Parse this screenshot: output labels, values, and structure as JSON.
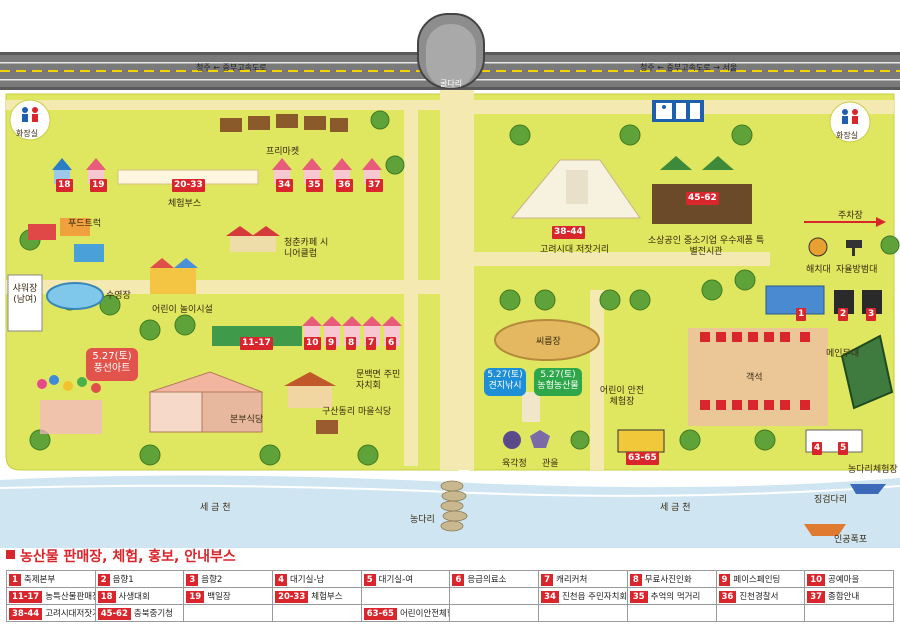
{
  "road": {
    "left_label": "청주 ← 중부고속도로",
    "right_label": "청주 ← 중부고속도로 → 서울",
    "tunnel_label": "굴다리"
  },
  "facilities": {
    "restroom_left": "화장실",
    "restroom_right": "화장실",
    "parking": "주차장",
    "shower": "샤워장 (남여)",
    "pool": "수영장",
    "food_truck": "푸드트럭",
    "flea_market": "프리마켓",
    "experience_booth": "체험부스",
    "youth_cafe": "청춘카페 시니어클럽",
    "playground": "어린이 놀이시설",
    "main_restaurant": "본부식당",
    "munbaek_council": "문백면 주민자치회",
    "village_restaurant": "구산동리 마을식당",
    "goryeo_street": "고려시대 저잣거리",
    "sme_hall": "소상공인 중소기업 우수제품 특별전시관",
    "haechi": "해치대",
    "crime_prevention": "자율방범대",
    "ssireum": "씨름장",
    "main_stage": "메인무대",
    "audience": "객석",
    "child_safety": "어린이 안전체험장",
    "pavilion": "육각정",
    "gwaneul": "관을",
    "river_name_left": "세 금 천",
    "river_name_right": "세 금 천",
    "stepping_stones": "농다리",
    "bridge_river": "징검다리",
    "farm_experience": "농다리체험장",
    "tower_cover": "인공폭포"
  },
  "tags": {
    "t18": "18",
    "t19": "19",
    "t20_33": "20-33",
    "t34": "34",
    "t35": "35",
    "t36": "36",
    "t37": "37",
    "t11_17": "11-17",
    "t10": "10",
    "t9": "9",
    "t8": "8",
    "t7": "7",
    "t6": "6",
    "t38_44": "38-44",
    "t45_62": "45-62",
    "t63_65": "63-65",
    "t1": "1",
    "t2": "2",
    "t3": "3",
    "t4": "4",
    "t5": "5"
  },
  "bubbles": {
    "balloon_date": "5.27(토)",
    "balloon_name": "풍선아트",
    "fishing_date": "5.27(토)",
    "fishing_name": "견지낚시",
    "market_date": "5.27(토)",
    "market_name": "농협농산물"
  },
  "legend": {
    "title": "농산물 판매장, 체험, 홍보, 안내부스",
    "rows": [
      [
        {
          "num": "1",
          "text": "축제본부"
        },
        {
          "num": "2",
          "text": "음향1"
        },
        {
          "num": "3",
          "text": "음향2"
        },
        {
          "num": "4",
          "text": "대기실-남"
        },
        {
          "num": "5",
          "text": "대기실-여"
        },
        {
          "num": "6",
          "text": "응급의료소"
        },
        {
          "num": "7",
          "text": "캐리커처"
        },
        {
          "num": "8",
          "text": "무료사진인화"
        },
        {
          "num": "9",
          "text": "페이스페인팅"
        },
        {
          "num": "10",
          "text": "공예마을"
        }
      ],
      [
        {
          "num": "11-17",
          "text": "농특산물판매장"
        },
        {
          "num": "18",
          "text": "사생대회"
        },
        {
          "num": "19",
          "text": "백일장"
        },
        {
          "num": "20-33",
          "text": "체험부스"
        },
        {
          "num": "",
          "text": ""
        },
        {
          "num": "",
          "text": ""
        },
        {
          "num": "34",
          "text": "진천읍 주민자치회"
        },
        {
          "num": "35",
          "text": "추억의 먹거리"
        },
        {
          "num": "36",
          "text": "진천경찰서"
        },
        {
          "num": "37",
          "text": "종합안내"
        }
      ],
      [
        {
          "num": "38-44",
          "text": "고려시대저잣거리"
        },
        {
          "num": "45-62",
          "text": "충북중기청"
        },
        {
          "num": "",
          "text": ""
        },
        {
          "num": "",
          "text": ""
        },
        {
          "num": "63-65",
          "text": "어린이안전체험"
        },
        {
          "num": "",
          "text": ""
        },
        {
          "num": "",
          "text": ""
        },
        {
          "num": "",
          "text": ""
        },
        {
          "num": "",
          "text": ""
        },
        {
          "num": "",
          "text": ""
        }
      ]
    ]
  },
  "colors": {
    "grass": "#dfe65f",
    "path": "#f4e9b0",
    "road": "#7a7a7a",
    "river": "#cfe6f2",
    "tag_red": "#d8262c",
    "bubble_red": "#e2534c",
    "bubble_blue": "#1e8fd6",
    "bubble_green": "#2ea64a"
  }
}
